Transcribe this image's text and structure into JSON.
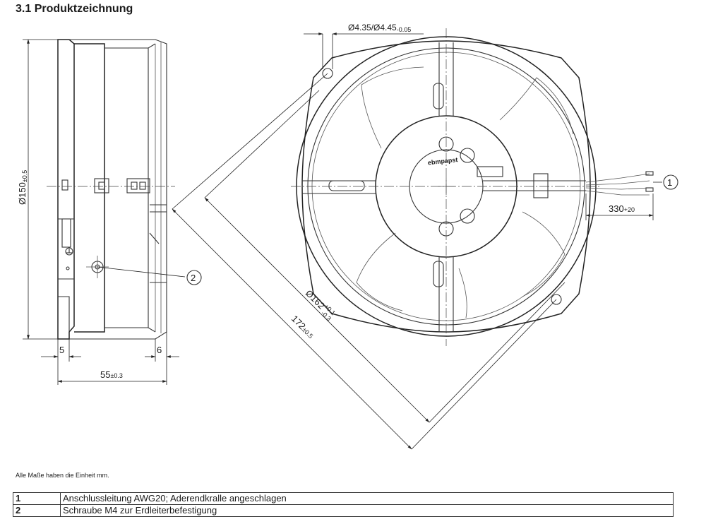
{
  "section_title": "3.1 Produktzeichnung",
  "brand_mark": "ebmpapst",
  "dimensions": {
    "height_side": {
      "value": "Ø150",
      "tol": "±0.5"
    },
    "offset_left": "5",
    "offset_right": "6",
    "depth": {
      "value": "55",
      "tol": "±0.3"
    },
    "hole": {
      "value": "Ø4.35/Ø4.45",
      "tol": "-0.05"
    },
    "cable_length": {
      "value": "330",
      "tol": "+20"
    },
    "ring_diameter": {
      "value": "Ø162",
      "tol_upper": "+0.1",
      "tol_lower": "-0.3"
    },
    "flange_diagonal": {
      "value": "172",
      "tol": "±0.5"
    }
  },
  "callouts": [
    "1",
    "2"
  ],
  "note": "Alle Maße haben die Einheit mm.",
  "legend": [
    {
      "num": "1",
      "text": "Anschlussleitung AWG20; Aderendkralle angeschlagen"
    },
    {
      "num": "2",
      "text": "Schraube M4 zur Erdleiterbefestigung"
    }
  ]
}
